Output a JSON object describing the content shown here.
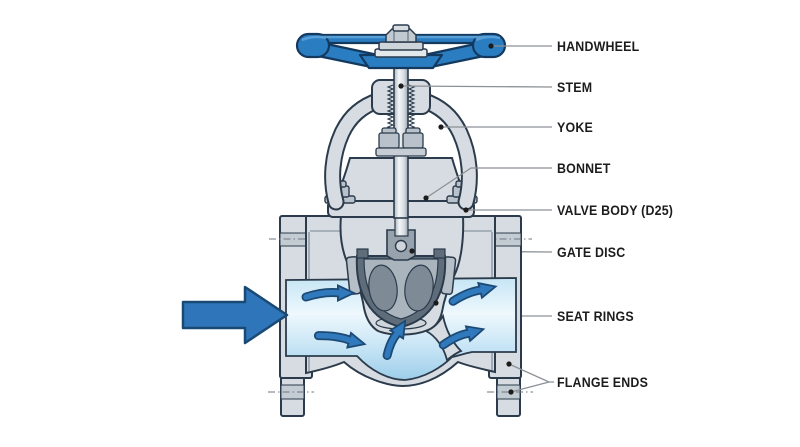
{
  "figure_labels": [
    {
      "text": "HANDWHEEL"
    },
    {
      "text": "STEM"
    },
    {
      "text": "YOKE"
    },
    {
      "text": "BONNET"
    },
    {
      "text": "VALVE BODY (D25)"
    },
    {
      "text": "GATE DISC"
    },
    {
      "text": "SEAT RINGS"
    },
    {
      "text": "FLANGE ENDS"
    }
  ],
  "icons": {
    "flow_direction_arrow": "right-arrow",
    "flow_path_arrows": "curved-right-arrows"
  },
  "colors": {
    "handwheel_blue": "#2b7dc2",
    "handwheel_highlight": "#5ea3d9",
    "outline_dark": "#2b3b4c",
    "body_gray": "#d6dce1",
    "body_gray_dark": "#b9c2ca",
    "disc_dark": "#5f6d7a",
    "disc_mid": "#8d99a4",
    "flow_blue_light": "#eef8fd",
    "flow_blue": "#a9d4ec",
    "arrow_blue": "#2e75b9",
    "arrow_outline": "#1a4a74",
    "leader_gray": "#8c9196",
    "label_text": "#1c1c1c"
  }
}
